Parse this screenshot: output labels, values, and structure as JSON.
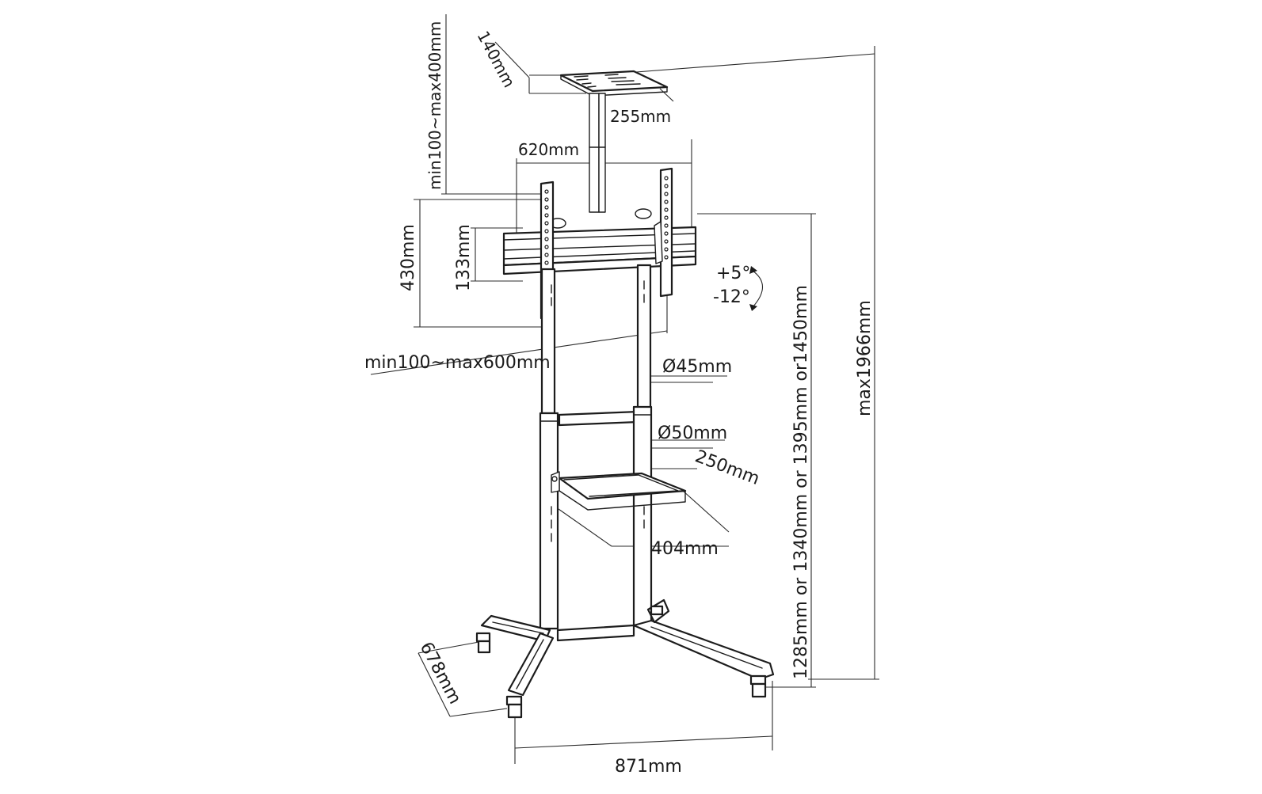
{
  "dimensions": {
    "shelf_top_depth": "140mm",
    "shelf_top_width": "255mm",
    "vesa_height_range": "min100~max400mm",
    "bracket_width": "620mm",
    "bracket_height": "430mm",
    "rail_height": "133mm",
    "vesa_width_range": "min100~max600mm",
    "tilt_up": "+5°",
    "tilt_down": "-12°",
    "tube_upper_diameter": "Ø45mm",
    "tube_lower_diameter": "Ø50mm",
    "shelf_depth": "250mm",
    "shelf_width": "404mm",
    "height_options": "1285mm or 1340mm or 1395mm or1450mm",
    "max_height": "max1966mm",
    "base_depth": "678mm",
    "base_width": "871mm"
  }
}
